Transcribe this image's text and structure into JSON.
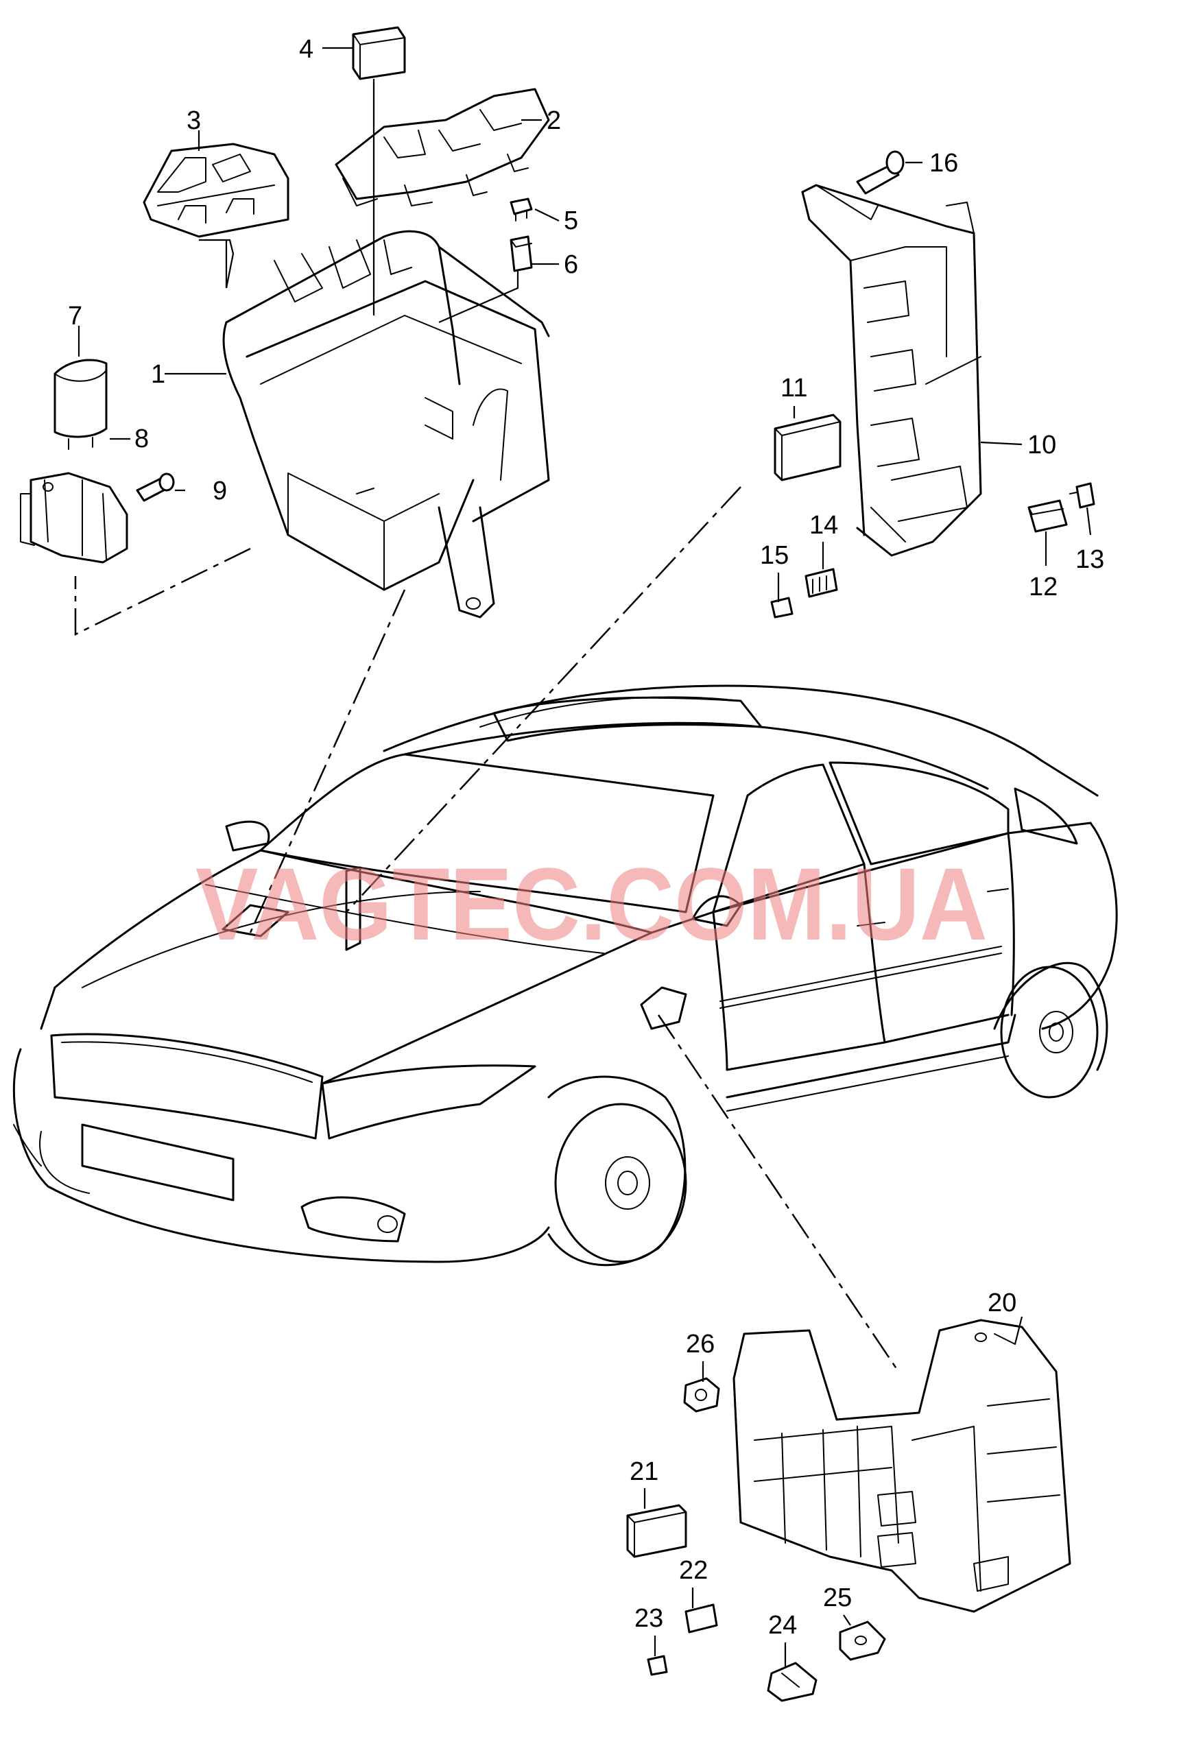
{
  "watermark": "VAGTEC.COM.UA",
  "callouts": [
    {
      "id": "1",
      "text": "1"
    },
    {
      "id": "2",
      "text": "2"
    },
    {
      "id": "3",
      "text": "3"
    },
    {
      "id": "4",
      "text": "4"
    },
    {
      "id": "5",
      "text": "5"
    },
    {
      "id": "6",
      "text": "6"
    },
    {
      "id": "7",
      "text": "7"
    },
    {
      "id": "8",
      "text": "8"
    },
    {
      "id": "9",
      "text": "9"
    },
    {
      "id": "10",
      "text": "10"
    },
    {
      "id": "11",
      "text": "11"
    },
    {
      "id": "12",
      "text": "12"
    },
    {
      "id": "13",
      "text": "13"
    },
    {
      "id": "14",
      "text": "14"
    },
    {
      "id": "15",
      "text": "15"
    },
    {
      "id": "16",
      "text": "16"
    },
    {
      "id": "20",
      "text": "20"
    },
    {
      "id": "21",
      "text": "21"
    },
    {
      "id": "22",
      "text": "22"
    },
    {
      "id": "23",
      "text": "23"
    },
    {
      "id": "24",
      "text": "24"
    },
    {
      "id": "25",
      "text": "25"
    },
    {
      "id": "26",
      "text": "26"
    }
  ]
}
